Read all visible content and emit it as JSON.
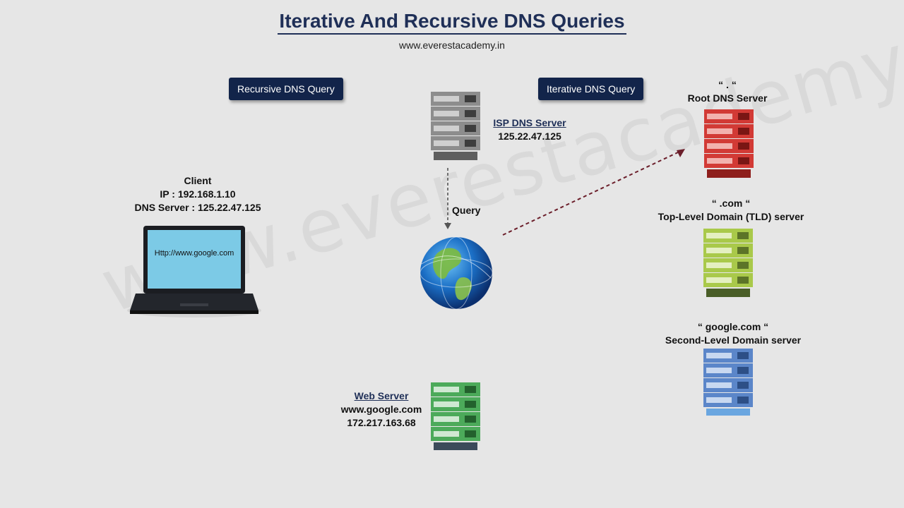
{
  "header": {
    "title": "Iterative And Recursive DNS Queries",
    "website": "www.everestacademy.in",
    "watermark": "www.everestacademy.in"
  },
  "badges": {
    "recursive": "Recursive DNS Query",
    "iterative": "Iterative DNS Query"
  },
  "client": {
    "title": "Client",
    "ip": "IP : 192.168.1.10",
    "dns": "DNS Server : 125.22.47.125",
    "screen_url": "Http://www.google.com"
  },
  "isp": {
    "title": "ISP DNS Server",
    "ip": "125.22.47.125"
  },
  "query_label": "Query",
  "root": {
    "zone": "“ . “",
    "title": "Root DNS  Server"
  },
  "tld": {
    "zone": "“ .com “",
    "title": "Top-Level Domain  (TLD)  server"
  },
  "sld": {
    "zone": "“ google.com “",
    "title": "Second-Level Domain server"
  },
  "web": {
    "title": "Web Server",
    "domain": "www.google.com",
    "ip": "172.217.163.68"
  },
  "colors": {
    "title": "#1f2f57",
    "badge_bg": "#12244a",
    "isp_server": "#8a8a8a",
    "root_server": "#d23a35",
    "tld_server": "#a9c94a",
    "sld_server": "#5b86c9",
    "web_server": "#4caa5a",
    "arrow": "#6b1e2a"
  }
}
